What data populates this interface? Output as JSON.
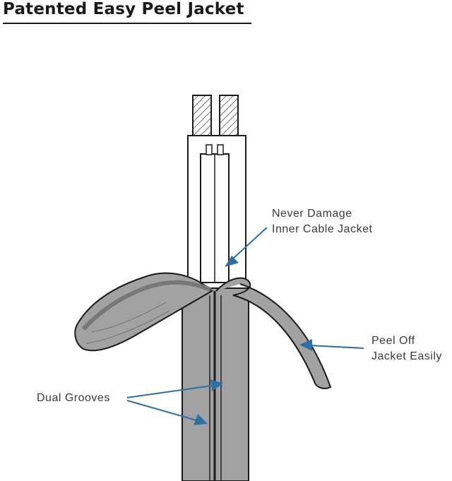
{
  "title": "Patented Easy Peel Jacket",
  "labels": {
    "inner_jacket": [
      "Never Damage",
      "Inner Cable Jacket"
    ],
    "peel_off": [
      "Peel Off",
      "Jacket Easily"
    ],
    "grooves": "Dual Grooves"
  },
  "colors": {
    "jacket": "#a2a2a4",
    "jacket_dark": "#78787a",
    "outline": "#1a1a1a",
    "arrow": "#2f6fa3",
    "text": "#3a3a3a"
  }
}
